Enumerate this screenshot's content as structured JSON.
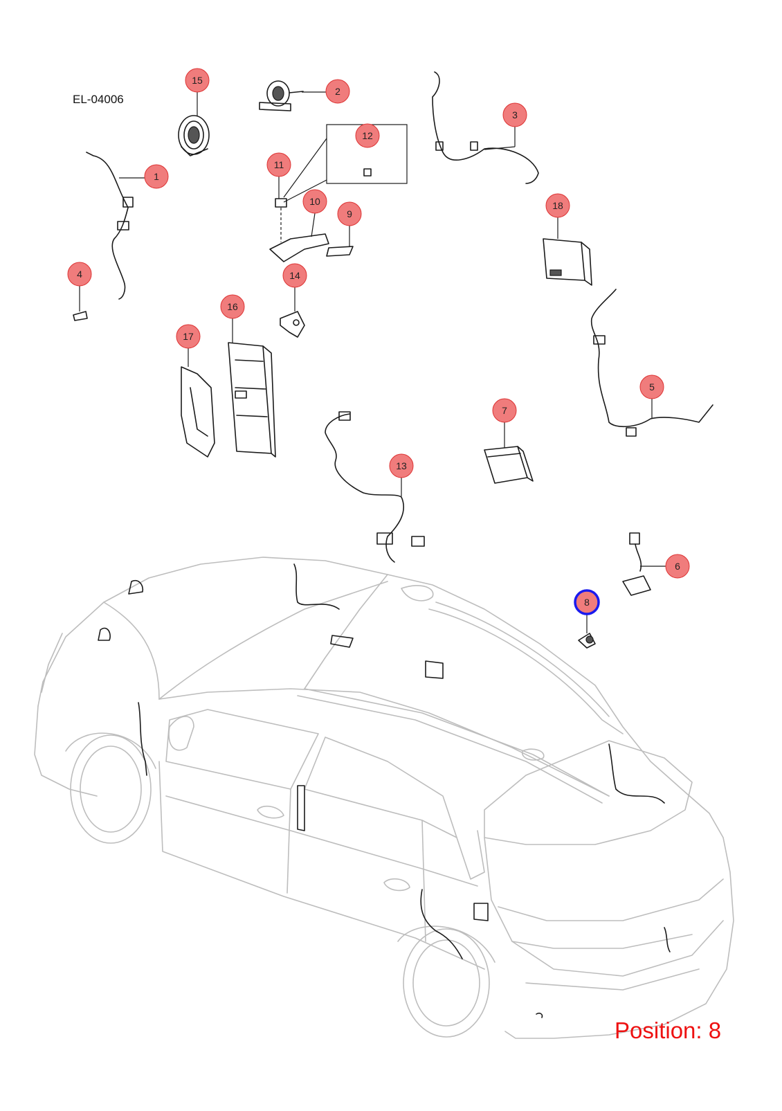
{
  "diagram": {
    "code": "EL-04006",
    "position_text": "Position: 8",
    "callout_color": "#f07c7c",
    "highlight_color": "#1a1aee",
    "position_color": "#ee1111",
    "highlighted_callout": "8",
    "callouts": [
      "1",
      "2",
      "3",
      "4",
      "5",
      "6",
      "7",
      "8",
      "9",
      "10",
      "11",
      "12",
      "13",
      "14",
      "15",
      "16",
      "17",
      "18"
    ]
  }
}
